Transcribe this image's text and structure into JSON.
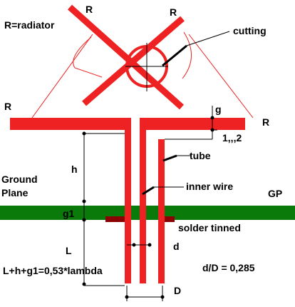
{
  "labels": {
    "legend": "R=radiator",
    "r_upper_left": "R",
    "r_upper_right": "R",
    "r_mid_left": "R",
    "r_mid_right": "R",
    "cutting": "cutting",
    "g": "g",
    "gap_range": "1,,,2",
    "tube": "tube",
    "h": "h",
    "ground_plane_1": "Ground",
    "ground_plane_2": "Plane",
    "inner_wire": "inner wire",
    "gp": "GP",
    "g1": "g1",
    "solder_tinned": "solder  tinned",
    "L": "L",
    "d": "d",
    "formula": "L+h+g1=0,53*lambda",
    "ratio": "d/D = 0,285",
    "D": "D"
  },
  "colors": {
    "radiator": "#ee2222",
    "ground_plane": "#0a7a0a",
    "solder": "#8b0000",
    "line": "#000000",
    "thin_red": "#ee2222"
  }
}
